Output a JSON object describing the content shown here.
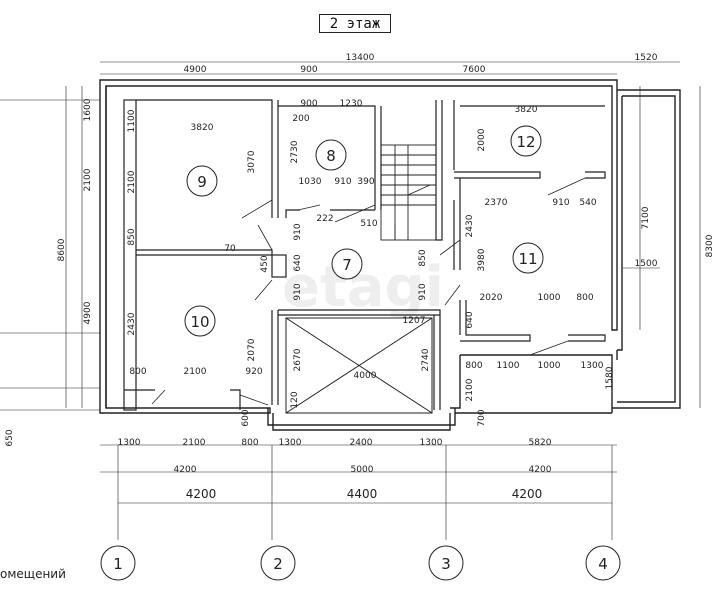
{
  "title": "2 этаж",
  "caption": "омещений",
  "watermark": "etagi",
  "rooms": [
    "9",
    "8",
    "7",
    "12",
    "11",
    "10"
  ],
  "axes": [
    "1",
    "2",
    "3",
    "4"
  ],
  "dims": {
    "top_total": "13400",
    "top_right": "1520",
    "top_a": "4900",
    "top_b": "900",
    "top_c": "7600",
    "r8_a": "900",
    "r8_b": "1230",
    "r8_c": "200",
    "r12_w": "3820",
    "r9_w": "3820",
    "r9_a": "1100",
    "r9_b": "2100",
    "r9_h": "3070",
    "r8_h": "2730",
    "r8_d1": "1030",
    "r8_d2": "910",
    "r8_d3": "390",
    "r7_a": "222",
    "r7_b": "510",
    "r12_h": "2000",
    "r11_a": "2370",
    "r11_b": "910",
    "r11_c": "540",
    "r11_h1": "2430",
    "r11_h2": "3980",
    "c850": "850",
    "c70": "70",
    "c450": "450",
    "c910a": "910",
    "c640a": "640",
    "c910b": "910",
    "c850b": "850",
    "c910c": "910",
    "c640b": "640",
    "r11_d1": "2020",
    "r11_d2": "1000",
    "r11_d3": "800",
    "r10_h": "2430",
    "c2070": "2070",
    "c2670": "2670",
    "c2740": "2740",
    "stair_w": "4000",
    "c1207": "1207",
    "b800a": "800",
    "b2100": "2100",
    "b920": "920",
    "c800r": "800",
    "c1100": "1100",
    "c1000r": "1000",
    "c1300r": "1300",
    "c2100v": "2100",
    "c700": "700",
    "c600": "600",
    "c120": "120",
    "c1580": "1580",
    "bot_a": "1300",
    "bot_b": "2100",
    "bot_c": "800",
    "bot_d": "1300",
    "bot_e": "2400",
    "bot_f": "1300",
    "bot_g": "5820",
    "row2_a": "4200",
    "row2_b": "5000",
    "row2_c": "4200",
    "axis_a": "4200",
    "axis_b": "4400",
    "axis_c": "4200",
    "left_total": "8600",
    "left_a": "1600",
    "left_b": "2100",
    "left_c": "4900",
    "left_650": "650",
    "right_a": "7100",
    "right_b": "8300",
    "right_c": "1500"
  }
}
